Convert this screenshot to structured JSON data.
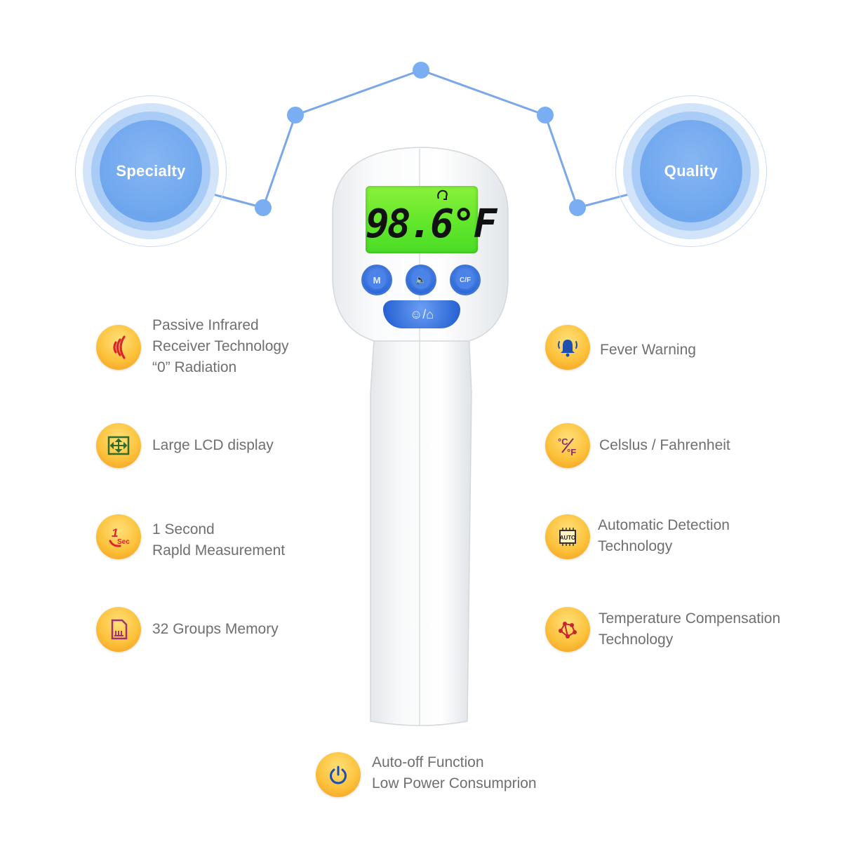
{
  "circles": {
    "left": {
      "label": "Specialty"
    },
    "right": {
      "label": "Quality"
    }
  },
  "device": {
    "reading": "98.6°F",
    "buttons": {
      "memory": "M",
      "sound": "🔈",
      "unit": "C/F"
    },
    "scan_button": "☺/⌂"
  },
  "features_left": [
    {
      "lines": [
        "Passive Infrared",
        "Receiver Technology",
        "“0” Radiation"
      ],
      "icon": "radiation-waves-icon"
    },
    {
      "lines": [
        "Large LCD display"
      ],
      "icon": "lcd-display-icon"
    },
    {
      "lines": [
        "1 Second",
        "Rapld Measurement"
      ],
      "icon": "one-second-icon"
    },
    {
      "lines": [
        "32 Groups Memory"
      ],
      "icon": "memory-card-icon"
    }
  ],
  "features_right": [
    {
      "lines": [
        "Fever Warning"
      ],
      "icon": "alarm-bell-icon"
    },
    {
      "lines": [
        "Celslus / Fahrenheit"
      ],
      "icon": "celsius-fahrenheit-icon"
    },
    {
      "lines": [
        "Automatic Detection",
        "Technology"
      ],
      "icon": "auto-chip-icon"
    },
    {
      "lines": [
        "Temperature Compensation",
        "Technology"
      ],
      "icon": "compensation-network-icon"
    }
  ],
  "feature_bottom": {
    "lines": [
      "Auto-off Function",
      "Low Power Consumprion"
    ],
    "icon": "power-icon"
  },
  "icon_text": {
    "one_sec_num": "1",
    "one_sec_unit": "Sec",
    "auto": "AUTO",
    "c": "°C",
    "f": "°F"
  },
  "colors": {
    "accent_blue": "#6ea6ee",
    "icon_orange": "#fcc23c",
    "text_gray": "#6f6f6f",
    "lcd_green": "#5ee62a"
  }
}
